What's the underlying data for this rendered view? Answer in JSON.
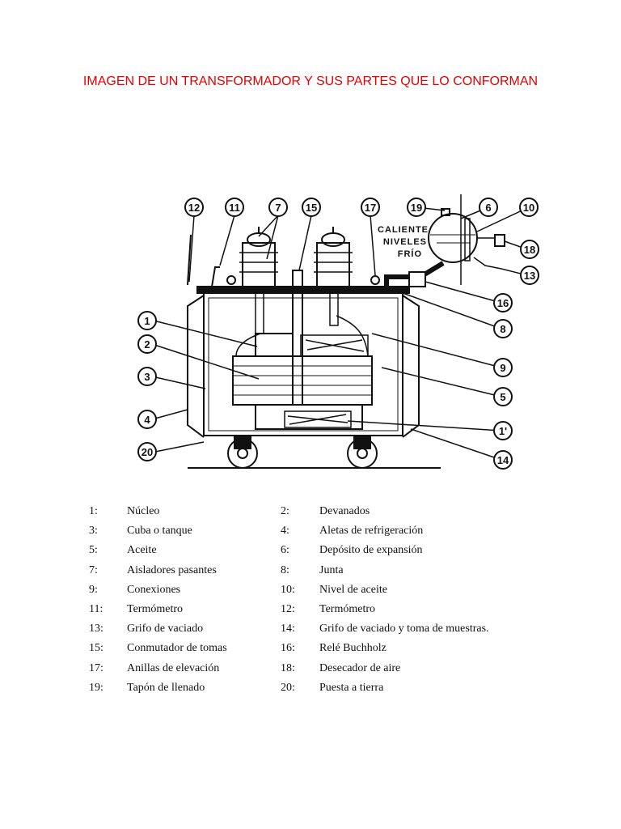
{
  "page": {
    "title": "IMAGEN DE UN TRANSFORMADOR Y SUS PARTES QUE LO CONFORMAN",
    "title_color": "#e60000"
  },
  "diagram": {
    "level_labels": {
      "hot": "CALIENTE",
      "levels": "NIVELES",
      "cold": "FRÍO"
    },
    "callouts": [
      "12",
      "11",
      "7",
      "15",
      "17",
      "19",
      "6",
      "10",
      "18",
      "13",
      "16",
      "8",
      "1",
      "2",
      "3",
      "4",
      "20",
      "9",
      "5",
      "1'",
      "14"
    ]
  },
  "legend": {
    "rows": [
      {
        "n1": "1:",
        "t1": "Núcleo",
        "n2": "2:",
        "t2": "Devanados"
      },
      {
        "n1": "3:",
        "t1": "Cuba o tanque",
        "n2": "4:",
        "t2": "Aletas de refrigeración"
      },
      {
        "n1": "5:",
        "t1": "Aceite",
        "n2": "6:",
        "t2": "Depósito de expansión"
      },
      {
        "n1": "7:",
        "t1": "Aisladores pasantes",
        "n2": "8:",
        "t2": "Junta"
      },
      {
        "n1": "9:",
        "t1": "Conexiones",
        "n2": "10:",
        "t2": "Nivel de aceite"
      },
      {
        "n1": "11:",
        "t1": "Termómetro",
        "n2": "12:",
        "t2": "Termómetro"
      },
      {
        "n1": "13:",
        "t1": "Grifo de vaciado",
        "n2": "14:",
        "t2": "Grifo de vaciado y toma de muestras."
      },
      {
        "n1": "15:",
        "t1": "Conmutador de tomas",
        "n2": "16:",
        "t2": "Relé Buchholz"
      },
      {
        "n1": "17:",
        "t1": "Anillas de elevación",
        "n2": "18:",
        "t2": "Desecador de aire"
      },
      {
        "n1": "19:",
        "t1": "Tapón de llenado",
        "n2": "20:",
        "t2": "Puesta a tierra"
      }
    ]
  }
}
